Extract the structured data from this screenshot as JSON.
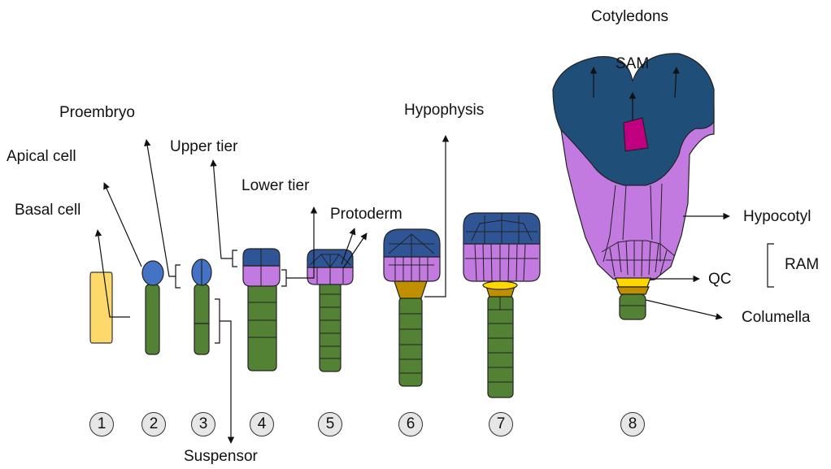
{
  "labels": {
    "basal_cell": "Basal cell",
    "apical_cell": "Apical cell",
    "proembryo": "Proembryo",
    "upper_tier": "Upper tier",
    "lower_tier": "Lower tier",
    "protoderm": "Protoderm",
    "hypophysis": "Hypophysis",
    "suspensor": "Suspensor",
    "cotyledons": "Cotyledons",
    "sam": "SAM",
    "hypocotyl": "Hypocotyl",
    "ram": "RAM",
    "qc": "QC",
    "columella": "Columella"
  },
  "stages": [
    "1",
    "2",
    "3",
    "4",
    "5",
    "6",
    "7",
    "8"
  ],
  "colors": {
    "zygote": "#fdd86a",
    "apical": "#4472c4",
    "suspensor": "#548235",
    "upper": "#2f5597",
    "lower": "#c27ae0",
    "hypophysis": "#bf8f00",
    "qc": "#ffd700",
    "cotyledon": "#1f4e79",
    "sam": "#c00080",
    "stage_circle": "#e6e6e6"
  }
}
